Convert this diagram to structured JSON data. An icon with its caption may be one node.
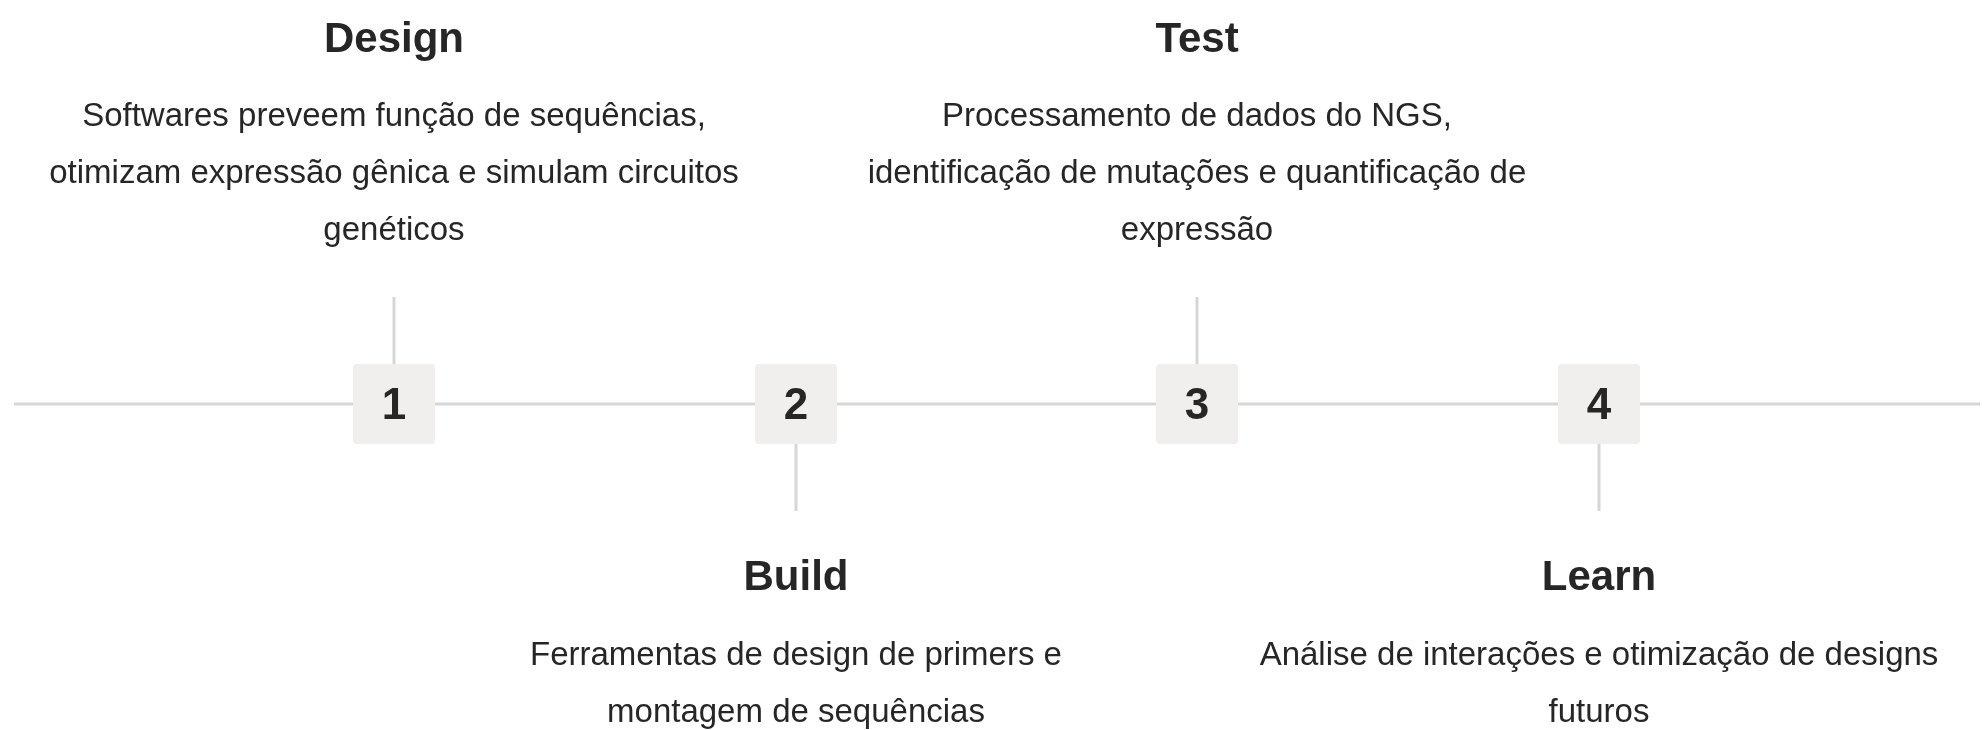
{
  "diagram": {
    "nodes": [
      {
        "text": [
          "Design",
          "Softwares preveem função de sequências, otimizam expressão gênica e simulam circuitos genéticos"
        ]
      },
      {
        "text": [
          "Test",
          "Processamento de dados do NGS, identificação de mutações e quantificação de expressão"
        ]
      },
      {
        "text": [
          "1"
        ]
      },
      {
        "text": [
          "2"
        ]
      },
      {
        "text": [
          "3"
        ]
      },
      {
        "text": [
          "4"
        ]
      },
      {
        "text": [
          "Build",
          "Ferramentas de design de primers e montagem de sequências"
        ]
      },
      {
        "text": [
          "Learn",
          "Análise de interações e otimização de designs futuros"
        ]
      }
    ],
    "edges": [
      {
        "from": null,
        "to": 2,
        "arrow": "none"
      },
      {
        "from": 2,
        "to": 3,
        "arrow": "none"
      },
      {
        "from": 3,
        "to": 4,
        "arrow": "none"
      },
      {
        "from": 4,
        "to": 5,
        "arrow": "none"
      },
      {
        "from": 5,
        "to": null,
        "arrow": "none"
      },
      {
        "from": 2,
        "to": 0,
        "arrow": "none"
      },
      {
        "from": 4,
        "to": 1,
        "arrow": "none"
      },
      {
        "from": 3,
        "to": 6,
        "arrow": "none"
      },
      {
        "from": 5,
        "to": 7,
        "arrow": "none"
      }
    ]
  }
}
